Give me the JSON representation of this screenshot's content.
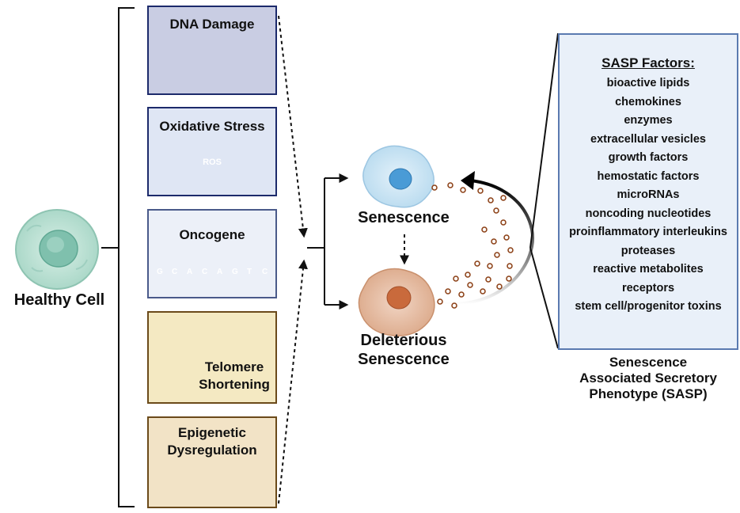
{
  "healthy_cell": {
    "label": "Healthy Cell"
  },
  "stressors": [
    {
      "title": "DNA Damage"
    },
    {
      "title": "Oxidative Stress",
      "badge": "ROS"
    },
    {
      "title": "Oncogene",
      "bases": [
        "G",
        "C",
        "A",
        "C",
        "A",
        "G",
        "T",
        "C"
      ]
    },
    {
      "title_line1": "Telomere",
      "title_line2": "Shortening"
    },
    {
      "title_line1": "Epigenetic",
      "title_line2": "Dysregulation"
    }
  ],
  "outcomes": {
    "senescence": "Senescence",
    "deleterious_line1": "Deleterious",
    "deleterious_line2": "Senescence"
  },
  "sasp": {
    "heading": "SASP Factors:",
    "factors": [
      "bioactive lipids",
      "chemokines",
      "enzymes",
      "extracellular vesicles",
      "growth factors",
      "hemostatic factors",
      "microRNAs",
      "noncoding nucleotides",
      "proinflammatory interleukins",
      "proteases",
      "reactive metabolites",
      "receptors",
      "stem cell/progenitor toxins"
    ],
    "caption_line1": "Senescence",
    "caption_line2": "Associated Secretory",
    "caption_line3": "Phenotype (SASP)"
  },
  "colors": {
    "dna_box_bg": "#c9cde3",
    "dna_box_border": "#1c2a6b",
    "stress_box_bg": "#dfe6f4",
    "stress_box_border": "#1c2a6b",
    "onco_box_bg": "#ecf0f8",
    "onco_box_border": "#4a5a8a",
    "telo_box_bg": "#f4e9c2",
    "telo_box_border": "#6b4a1a",
    "epi_box_bg": "#f2e3c6",
    "epi_box_border": "#6b4a1a",
    "sasp_box_bg": "#e9f0f9",
    "sasp_box_border": "#5a7ab0"
  }
}
